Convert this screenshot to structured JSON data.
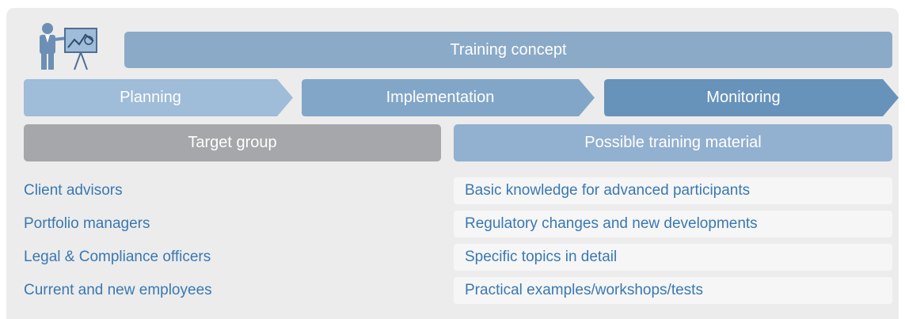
{
  "header": {
    "title": "Training concept"
  },
  "steps": [
    {
      "label": "Planning",
      "color": "#9fbcd8"
    },
    {
      "label": "Implementation",
      "color": "#82a6c7"
    },
    {
      "label": "Monitoring",
      "color": "#6793ba"
    }
  ],
  "target_group": {
    "heading": "Target group",
    "items": [
      "Client advisors",
      "Portfolio managers",
      "Legal & Compliance officers",
      "Current and new employees"
    ]
  },
  "training_material": {
    "heading": "Possible training material",
    "items": [
      "Basic knowledge for advanced participants",
      "Regulatory changes and new developments",
      "Specific topics in detail",
      "Practical examples/workshops/tests"
    ]
  },
  "colors": {
    "accent_text": "#3a78b0",
    "panel": "#ececed"
  },
  "icon": "presenter-icon"
}
